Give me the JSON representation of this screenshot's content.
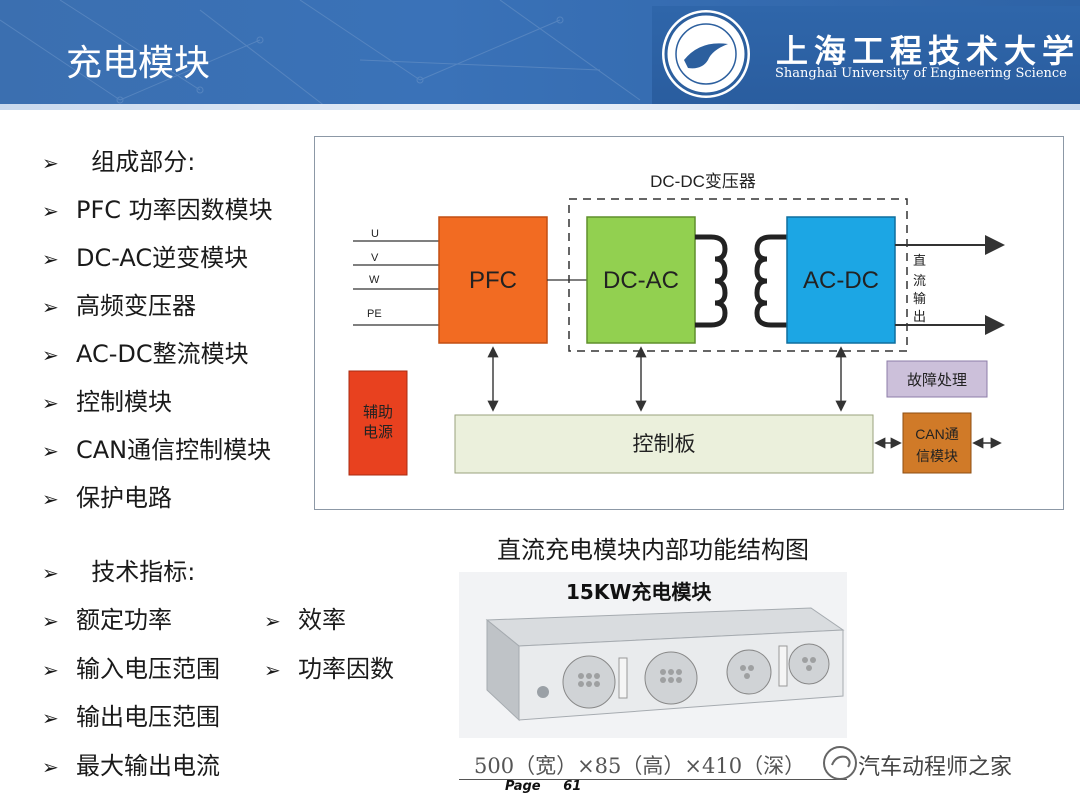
{
  "header": {
    "title": "充电模块",
    "university_cn": "上海工程技术大学",
    "university_en": "Shanghai University of Engineering Science"
  },
  "bullets_top": [
    {
      "arrow": "➢",
      "text": "  组成部分:"
    },
    {
      "arrow": "➢",
      "text": "PFC 功率因数模块"
    },
    {
      "arrow": "➢",
      "text": "DC-AC逆变模块"
    },
    {
      "arrow": "➢",
      "text": "高频变压器"
    },
    {
      "arrow": "➢",
      "text": "AC-DC整流模块"
    },
    {
      "arrow": "➢",
      "text": "控制模块"
    },
    {
      "arrow": "➢",
      "text": "CAN通信控制模块"
    },
    {
      "arrow": "➢",
      "text": "保护电路"
    }
  ],
  "bullets_bottom": [
    {
      "arrow": "➢",
      "text": "  技术指标:"
    },
    {
      "arrow": "➢",
      "text": "额定功率"
    },
    {
      "arrow": "➢",
      "text": "输入电压范围"
    },
    {
      "arrow": "➢",
      "text": "输出电压范围"
    },
    {
      "arrow": "➢",
      "text": "最大输出电流"
    }
  ],
  "bullets_right": [
    {
      "arrow": "➢",
      "text": "效率"
    },
    {
      "arrow": "➢",
      "text": "功率因数"
    }
  ],
  "diagram": {
    "group_label": "DC-DC变压器",
    "inputs": [
      "U",
      "V",
      "W",
      "PE"
    ],
    "pfc": "PFC",
    "dcac": "DC-AC",
    "acdc": "AC-DC",
    "output_label": [
      "直",
      "流",
      "输",
      "出"
    ],
    "fault": "故障处理",
    "aux_power": [
      "辅助",
      "电源"
    ],
    "control_board": "控制板",
    "can_comm": [
      "CAN通",
      "信模块"
    ],
    "colors": {
      "pfc": "#f26b22",
      "dcac": "#92d050",
      "acdc": "#1ca6e4",
      "fault": "#ccc0da",
      "aux": "#e8411f",
      "control": "#ebf0dc",
      "can": "#d07a28"
    }
  },
  "caption": "直流充电模块内部功能结构图",
  "photo": {
    "title": "15KW充电模块",
    "dimensions": "500（宽）×85（高）×410（深）"
  },
  "footer": {
    "page_label": "Page",
    "page_number": "61",
    "watermark": "汽车动程师之家"
  }
}
